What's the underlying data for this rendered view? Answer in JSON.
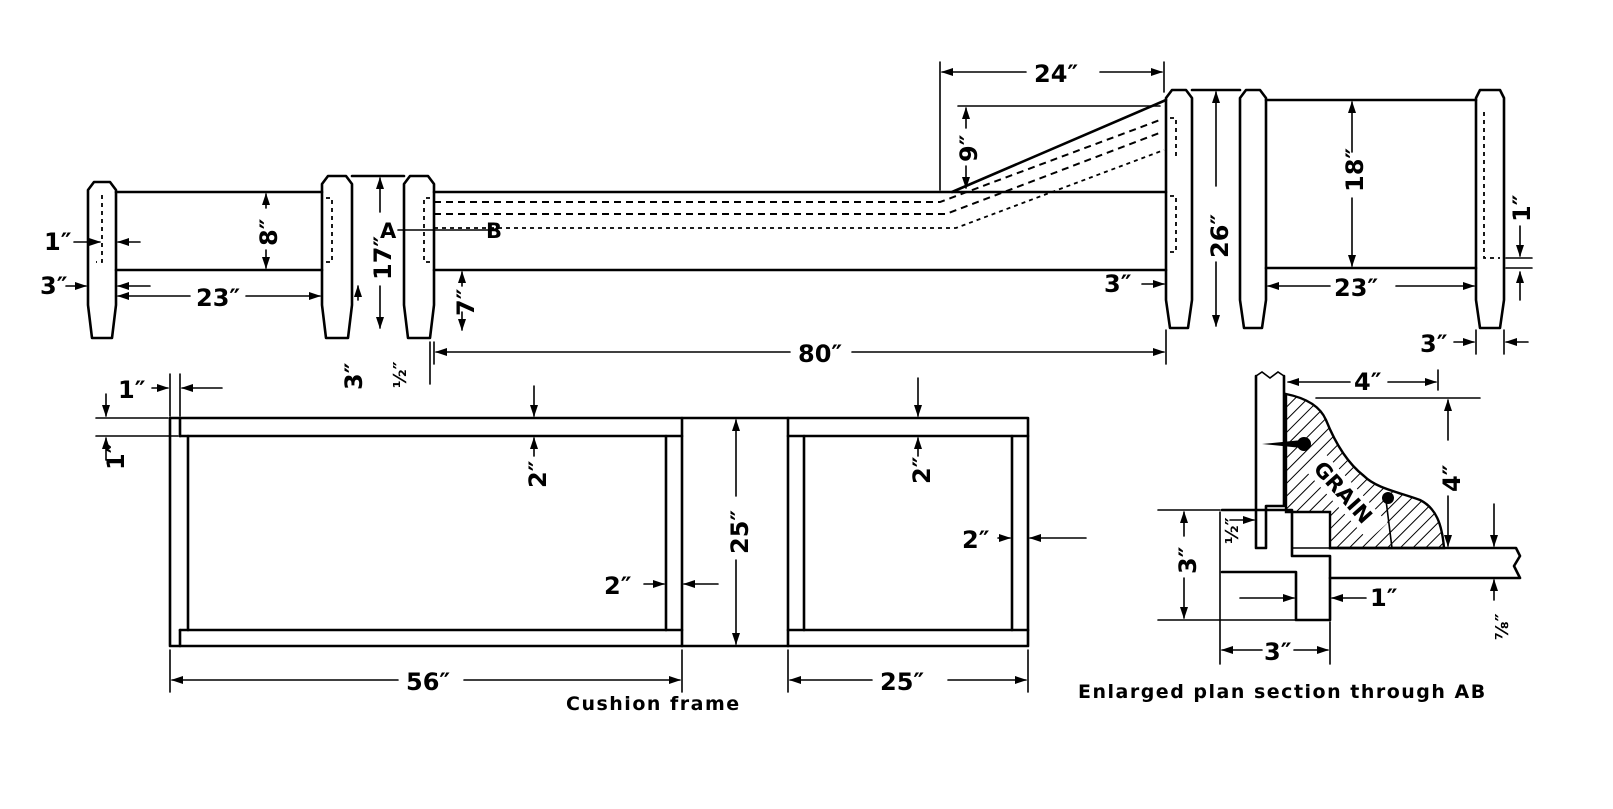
{
  "elevation": {
    "dims": {
      "d24": "24″",
      "d9": "9″",
      "d26": "26″",
      "d18": "18″",
      "d8": "8″",
      "d17": "17″",
      "d1_left": "1″",
      "d3_left": "3″",
      "d23_left": "23″",
      "d7": "7″",
      "d3_bottom": "3″",
      "d_half": "½″",
      "d80": "80″",
      "d3_mid": "3″",
      "d1_right": "1″",
      "d23_right": "23″",
      "d3_right": "3″"
    },
    "section_label_a": "A",
    "section_label_b": "B"
  },
  "cushion_frame": {
    "caption": "Cushion frame",
    "dims": {
      "d1_top": "1″",
      "d1_side": "1″",
      "d2_top_left": "2″",
      "d2_top_right": "2″",
      "d25_vertical": "25″",
      "d2_mid": "2″",
      "d2_right": "2″",
      "d56": "56″",
      "d25_horizontal": "25″"
    }
  },
  "section_ab": {
    "caption": "Enlarged plan section through AB",
    "grain_label": "GRAIN",
    "dims": {
      "d4_top": "4″",
      "d4_side": "4″",
      "d3_vertical": "3″",
      "d_half": "½″",
      "d1": "1″",
      "d3_bottom": "3″",
      "d7_8": "⅞″"
    }
  }
}
